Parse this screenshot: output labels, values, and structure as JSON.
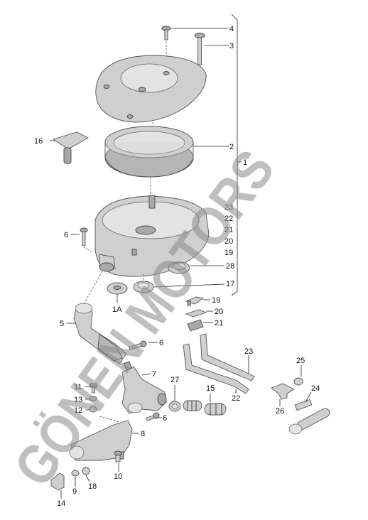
{
  "callouts": {
    "c1": "1",
    "c1A": "1A",
    "c2": "2",
    "c3": "3",
    "c4": "4",
    "c5": "5",
    "c6a": "6",
    "c6b": "6",
    "c6c": "6",
    "c7": "7",
    "c8": "8",
    "c9": "9",
    "c10": "10",
    "c11": "11",
    "c12": "12",
    "c13": "13",
    "c14": "14",
    "c15": "15",
    "c16": "16",
    "c17": "17",
    "c18": "18",
    "c19a": "19",
    "c19b": "19",
    "c20a": "20",
    "c20b": "20",
    "c21a": "21",
    "c21b": "21",
    "c22a": "22",
    "c22b": "22",
    "c23a": "23",
    "c23b": "23",
    "c24": "24",
    "c25": "25",
    "c26": "26",
    "c27": "27",
    "c28": "28"
  },
  "watermark": "GÖNEN MOTORS",
  "colors": {
    "part": "#cfcfcf",
    "outline": "#555555",
    "watermark": "#8a8a8a"
  }
}
